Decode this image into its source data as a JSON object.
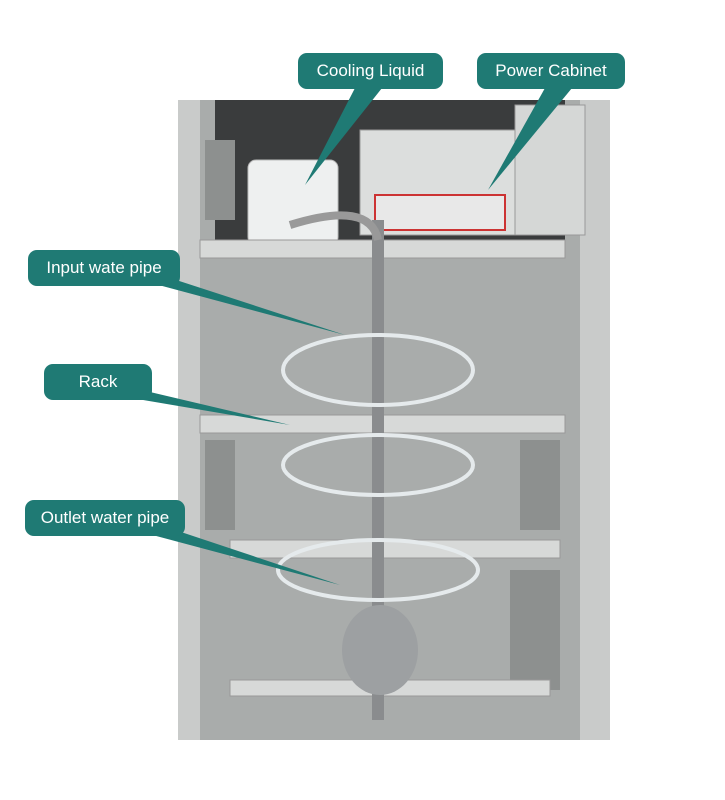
{
  "labels": {
    "cooling_liquid": "Cooling Liquid",
    "power_cabinet": "Power Cabinet",
    "input_pipe": "Input wate pipe",
    "rack": "Rack",
    "outlet_pipe": "Outlet water pipe"
  },
  "colors": {
    "callout": "#1f7a74",
    "cabinet": "#cfd1d0"
  }
}
